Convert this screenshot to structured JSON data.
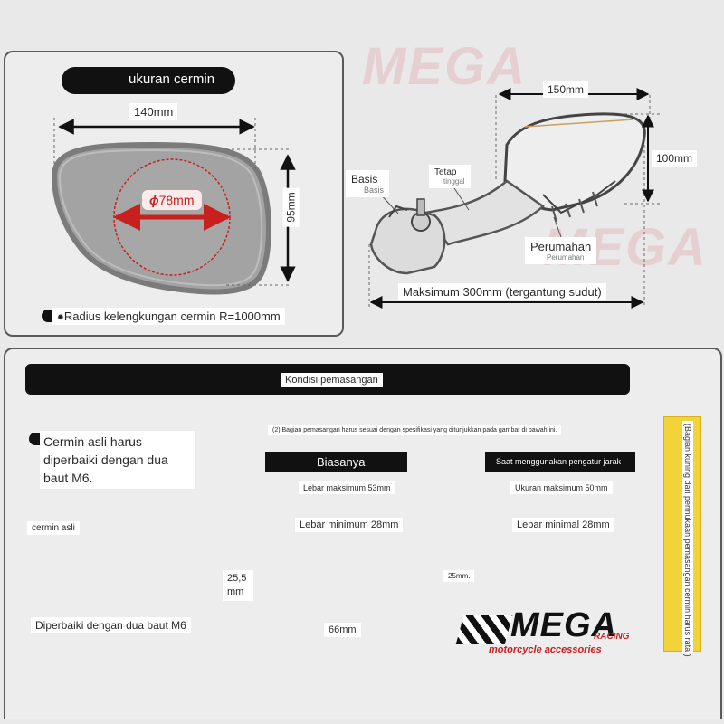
{
  "top_left": {
    "header": "ukuran cermin",
    "width_label": "140mm",
    "diameter_symbol": "ϕ",
    "diameter_label": "78mm",
    "height_label": "95mm",
    "note": "●Radius kelengkungan cermin R=1000mm"
  },
  "top_right": {
    "width_label": "150mm",
    "height_label": "100mm",
    "basis_label": "Basis",
    "basis_sub": "Basis",
    "tetap_label": "Tetap",
    "tetap_sub": "tinggal",
    "perumahan_label": "Perumahan",
    "perumahan_sub": "Perumahan",
    "max_label": "Maksimum 300mm (tergantung sudut)"
  },
  "bottom": {
    "header": "Kondisi pemasangan",
    "step1_text": "Cermin asli harus diperbaiki dengan dua baut M6.",
    "original_mirror_label": "cermin asli",
    "fix_caption": "Diperbaiki dengan dua baut M6",
    "note2": "(2) Bagian pemasangan harus sesuai dengan spesifikasi yang ditunjukkan pada gambar di bawah ini.",
    "normal": {
      "title": "Biasanya",
      "max_width": "Lebar maksimum 53mm",
      "min_width": "Lebar minimum 28mm",
      "height": "25,5 mm",
      "length": "66mm"
    },
    "adjuster": {
      "title": "Saat menggunakan pengatur jarak",
      "max_width": "Ukuran maksimum 50mm",
      "min_width": "Lebar minimal 28mm",
      "height": "25mm."
    },
    "side_note": "(Bagian kuning dari permukaan pemasangan cermin harus rata.)"
  },
  "branding": {
    "logo": "MEGA",
    "logo_sub": "RACING",
    "tagline": "motorcycle accessories"
  },
  "colors": {
    "yellow": "#f2d43a",
    "yellow_dark": "#d8b21c",
    "black": "#111111",
    "red": "#c8201e",
    "panel_border": "#5a5a5a"
  }
}
